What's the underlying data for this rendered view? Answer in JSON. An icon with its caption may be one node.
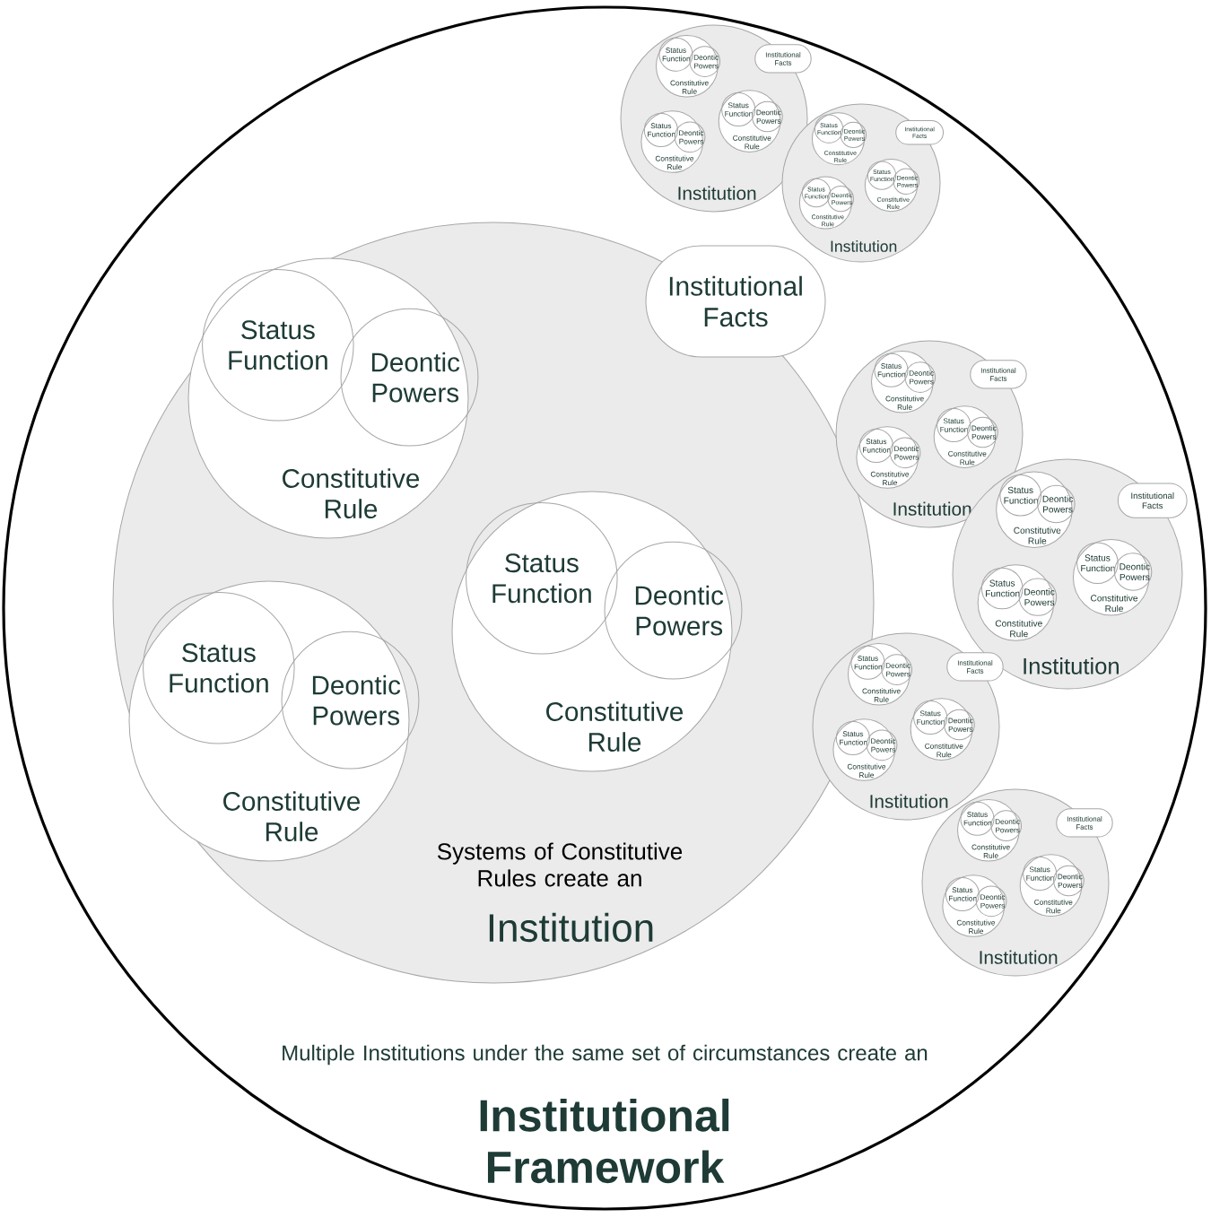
{
  "diagram": {
    "nodes": [
      {
        "text": [
          "Multiple Institutions under the same set of circumstances create an",
          "Institutional Framework"
        ]
      },
      {
        "text": [
          "Systems of Constitutive Rules create an",
          "Institution"
        ],
        "in": 0
      },
      {
        "text": [
          "Constitutive Rule"
        ],
        "in": 1
      },
      {
        "text": [
          "Status Function"
        ],
        "in": 2
      },
      {
        "text": [
          "Deontic Powers"
        ],
        "in": 2
      },
      {
        "text": [
          "Constitutive Rule"
        ],
        "in": 1
      },
      {
        "text": [
          "Status Function"
        ],
        "in": 5
      },
      {
        "text": [
          "Deontic Powers"
        ],
        "in": 5
      },
      {
        "text": [
          "Constitutive Rule"
        ],
        "in": 1
      },
      {
        "text": [
          "Status Function"
        ],
        "in": 8
      },
      {
        "text": [
          "Deontic Powers"
        ],
        "in": 8
      },
      {
        "text": [
          "Institutional Facts"
        ],
        "in": 0
      },
      {
        "text": [
          "Institution"
        ],
        "in": 0
      },
      {
        "text": [
          "Constitutive Rule"
        ],
        "in": 12
      },
      {
        "text": [
          "Status Function"
        ],
        "in": 13
      },
      {
        "text": [
          "Deontic Powers"
        ],
        "in": 13
      },
      {
        "text": [
          "Constitutive Rule"
        ],
        "in": 12
      },
      {
        "text": [
          "Status Function"
        ],
        "in": 16
      },
      {
        "text": [
          "Deontic Powers"
        ],
        "in": 16
      },
      {
        "text": [
          "Constitutive Rule"
        ],
        "in": 12
      },
      {
        "text": [
          "Status Function"
        ],
        "in": 19
      },
      {
        "text": [
          "Deontic Powers"
        ],
        "in": 19
      },
      {
        "text": [
          "Institutional Facts"
        ],
        "in": 12
      },
      {
        "text": [
          "Institution"
        ],
        "in": 0
      },
      {
        "text": [
          "Constitutive Rule"
        ],
        "in": 23
      },
      {
        "text": [
          "Status Function"
        ],
        "in": 24
      },
      {
        "text": [
          "Deontic Powers"
        ],
        "in": 24
      },
      {
        "text": [
          "Constitutive Rule"
        ],
        "in": 23
      },
      {
        "text": [
          "Status Function"
        ],
        "in": 27
      },
      {
        "text": [
          "Deontic Powers"
        ],
        "in": 27
      },
      {
        "text": [
          "Constitutive Rule"
        ],
        "in": 23
      },
      {
        "text": [
          "Status Function"
        ],
        "in": 30
      },
      {
        "text": [
          "Deontic Powers"
        ],
        "in": 30
      },
      {
        "text": [
          "Institutional Facts"
        ],
        "in": 23
      },
      {
        "text": [
          "Institution"
        ],
        "in": 0
      },
      {
        "text": [
          "Constitutive Rule"
        ],
        "in": 34
      },
      {
        "text": [
          "Status Function"
        ],
        "in": 35
      },
      {
        "text": [
          "Deontic Powers"
        ],
        "in": 35
      },
      {
        "text": [
          "Constitutive Rule"
        ],
        "in": 34
      },
      {
        "text": [
          "Status Function"
        ],
        "in": 38
      },
      {
        "text": [
          "Deontic Powers"
        ],
        "in": 38
      },
      {
        "text": [
          "Constitutive Rule"
        ],
        "in": 34
      },
      {
        "text": [
          "Status Function"
        ],
        "in": 41
      },
      {
        "text": [
          "Deontic Powers"
        ],
        "in": 41
      },
      {
        "text": [
          "Institutional Facts"
        ],
        "in": 34
      },
      {
        "text": [
          "Institution"
        ],
        "in": 0
      },
      {
        "text": [
          "Constitutive Rule"
        ],
        "in": 45
      },
      {
        "text": [
          "Status Function"
        ],
        "in": 46
      },
      {
        "text": [
          "Deontic Powers"
        ],
        "in": 46
      },
      {
        "text": [
          "Constitutive Rule"
        ],
        "in": 45
      },
      {
        "text": [
          "Status Function"
        ],
        "in": 49
      },
      {
        "text": [
          "Deontic Powers"
        ],
        "in": 49
      },
      {
        "text": [
          "Constitutive Rule"
        ],
        "in": 45
      },
      {
        "text": [
          "Status Function"
        ],
        "in": 52
      },
      {
        "text": [
          "Deontic Powers"
        ],
        "in": 52
      },
      {
        "text": [
          "Institutional Facts"
        ],
        "in": 45
      },
      {
        "text": [
          "Institution"
        ],
        "in": 0
      },
      {
        "text": [
          "Constitutive Rule"
        ],
        "in": 56
      },
      {
        "text": [
          "Status Function"
        ],
        "in": 57
      },
      {
        "text": [
          "Deontic Powers"
        ],
        "in": 57
      },
      {
        "text": [
          "Constitutive Rule"
        ],
        "in": 56
      },
      {
        "text": [
          "Status Function"
        ],
        "in": 60
      },
      {
        "text": [
          "Deontic Powers"
        ],
        "in": 60
      },
      {
        "text": [
          "Constitutive Rule"
        ],
        "in": 56
      },
      {
        "text": [
          "Status Function"
        ],
        "in": 63
      },
      {
        "text": [
          "Deontic Powers"
        ],
        "in": 63
      },
      {
        "text": [
          "Institutional Facts"
        ],
        "in": 56
      },
      {
        "text": [
          "Institution"
        ],
        "in": 0
      },
      {
        "text": [
          "Constitutive Rule"
        ],
        "in": 67
      },
      {
        "text": [
          "Status Function"
        ],
        "in": 68
      },
      {
        "text": [
          "Deontic Powers"
        ],
        "in": 68
      },
      {
        "text": [
          "Constitutive Rule"
        ],
        "in": 67
      },
      {
        "text": [
          "Status Function"
        ],
        "in": 71
      },
      {
        "text": [
          "Deontic Powers"
        ],
        "in": 71
      },
      {
        "text": [
          "Constitutive Rule"
        ],
        "in": 67
      },
      {
        "text": [
          "Status Function"
        ],
        "in": 74
      },
      {
        "text": [
          "Deontic Powers"
        ],
        "in": 74
      },
      {
        "text": [
          "Institutional Facts"
        ],
        "in": 67
      }
    ]
  }
}
